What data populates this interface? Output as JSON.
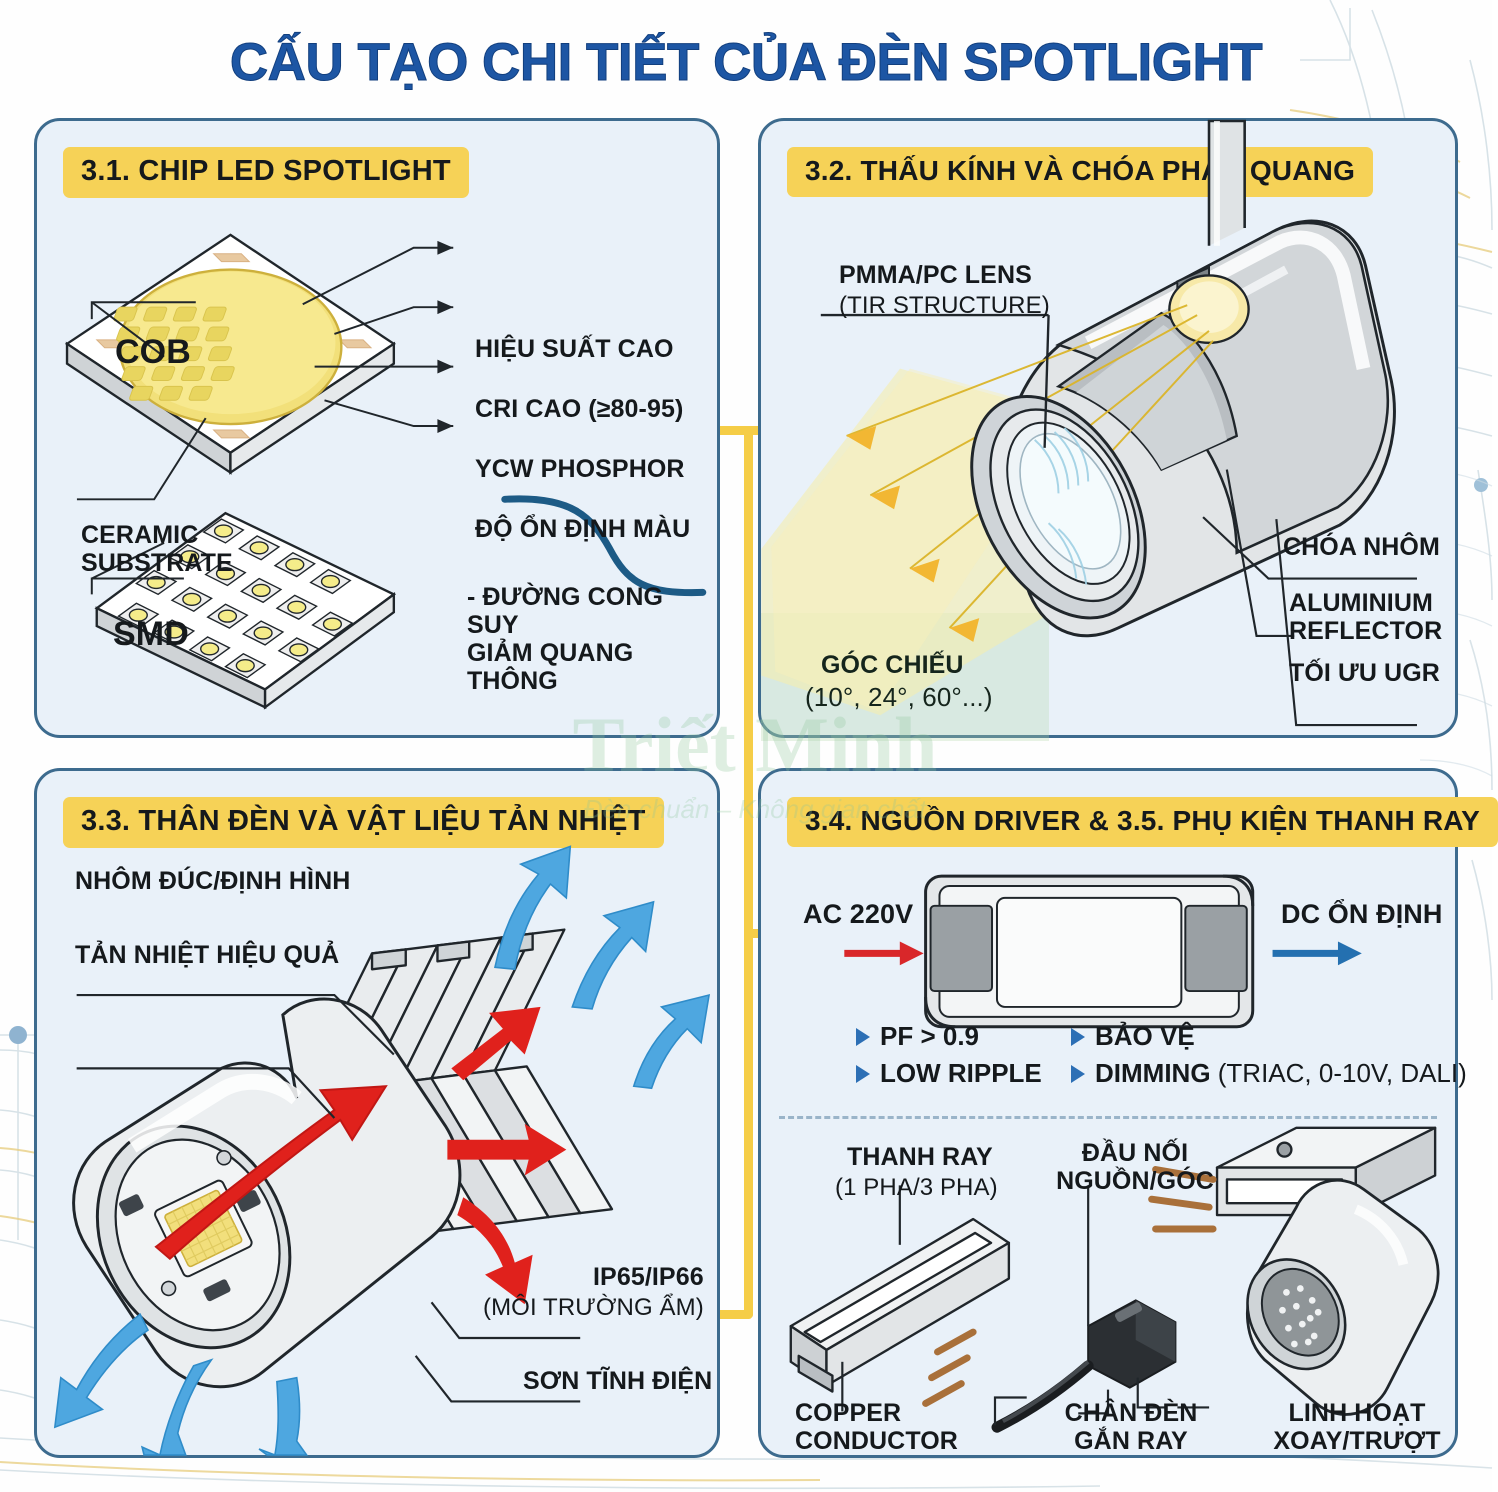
{
  "title": "CẤU TẠO CHI TIẾT CỦA ĐÈN SPOTLIGHT",
  "colors": {
    "title_blue": "#1d56a4",
    "badge_yellow": "#f6d257",
    "card_bg": "#e9f1f9",
    "card_border": "#3d6b8e",
    "connector_yellow": "#f5cd47",
    "hot_arrow_red": "#e0211c",
    "cool_arrow_blue": "#4ea7e0",
    "beam_yellow": "#f2e6a0"
  },
  "watermark": {
    "line1": "Triết Minh",
    "line2": "Đèn chuẩn – Không gian chất"
  },
  "panels": {
    "chip": {
      "badge": "3.1. CHIP LED SPOTLIGHT",
      "cob_label": "COB",
      "smd_label": "SMD",
      "ceramic_label": "CERAMIC\nSUBSTRATE",
      "curve_label": "- ĐƯỜNG CONG SUY\nGIẢM QUANG THÔNG",
      "callouts": [
        "HIỆU SUẤT CAO",
        "CRI CAO (≥80-95)",
        "YCW PHOSPHOR",
        "ĐỘ ỔN ĐỊNH MÀU"
      ]
    },
    "lens": {
      "badge": "3.2. THẤU KÍNH VÀ CHÓA PHẢN QUANG",
      "lens_label": "PMMA/PC LENS",
      "lens_sub": "(TIR STRUCTURE)",
      "reflector_label": "CHÓA NHÔM",
      "reflector_en": "ALUMINIUM\nREFLECTOR",
      "ugr_label": "TỐI ƯU UGR",
      "beam_label": "GÓC CHIẾU",
      "beam_values": "(10°, 24°, 60°...)"
    },
    "body": {
      "badge": "3.3. THÂN ĐÈN VÀ VẬT LIỆU TẢN NHIỆT",
      "material_label": "NHÔM ĐÚC/ĐỊNH HÌNH",
      "thermal_label": "TẢN NHIỆT HIỆU QUẢ",
      "ip_label": "IP65/IP66",
      "ip_sub": "(MÔI TRƯỜNG ẨM)",
      "paint_label": "SƠN TĨNH ĐIỆN"
    },
    "driver": {
      "badge": "3.4. NGUỒN DRIVER & 3.5. PHỤ KIỆN THANH RAY",
      "input_label": "AC 220V",
      "output_label": "DC ỔN ĐỊNH",
      "specs": [
        {
          "bold": "PF > 0.9",
          "rest": ""
        },
        {
          "bold": "BẢO VỆ",
          "rest": ""
        },
        {
          "bold": "LOW RIPPLE",
          "rest": ""
        },
        {
          "bold": "DIMMING",
          "rest": " (TRIAC, 0-10V, DALI)"
        }
      ],
      "rail_label": "THANH RAY",
      "rail_sub": "(1 PHA/3 PHA)",
      "connector_label": "ĐẦU NỐI\nNGUỒN/GÓC",
      "copper_label": "COPPER\nCONDUCTOR",
      "foot_label": "CHÂN ĐÈN\nGẮN RAY",
      "flex_label": "LINH HOẠT\nXOAY/TRƯỢT"
    }
  }
}
